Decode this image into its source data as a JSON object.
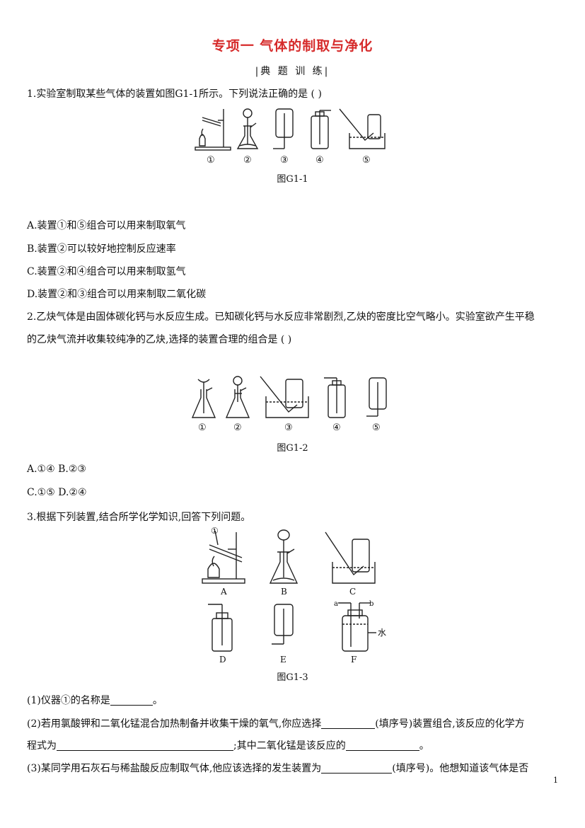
{
  "header": {
    "title": "专项一  气体的制取与净化",
    "subtitle": "|典 题 训 练|"
  },
  "q1": {
    "stem": "1.实验室制取某些气体的装置如图G1-1所示。下列说法正确的是    (      )",
    "labels": [
      "①",
      "②",
      "③",
      "④",
      "⑤"
    ],
    "caption": "图G1-1",
    "options": [
      "A.装置①和⑤组合可以用来制取氧气",
      "B.装置②可以较好地控制反应速率",
      "C.装置②和④组合可以用来制取氢气",
      "D.装置②和③组合可以用来制取二氧化碳"
    ]
  },
  "q2": {
    "stem_line1": "2.乙炔气体是由固体碳化钙与水反应生成。已知碳化钙与水反应非常剧烈,乙炔的密度比空气略小。实验室欲产生平稳",
    "stem_line2": "的乙炔气流并收集较纯净的乙炔,选择的装置合理的组合是  (      )",
    "labels": [
      "①",
      "②",
      "③",
      "④",
      "⑤"
    ],
    "caption": "图G1-2",
    "options_line1": "A.①④    B.②③",
    "options_line2": "C.①⑤    D.②④"
  },
  "q3": {
    "stem": "3.根据下列装置,结合所学化学知识,回答下列问题。",
    "marker": "①",
    "labels": [
      "A",
      "B",
      "C",
      "D",
      "E",
      "F"
    ],
    "port_a": "a",
    "port_b": "b",
    "water_label": "水",
    "caption": "图G1-3",
    "sub1_pre": "(1)仪器①的名称是",
    "sub1_post": "。",
    "sub2_l1_pre": "(2)若用氯酸钾和二氧化锰混合加热制备并收集干燥的氧气,你应选择",
    "sub2_l1_post": "(填序号)装置组合,该反应的化学方",
    "sub2_l2_pre": "程式为",
    "sub2_l2_mid": ";其中二氧化锰是该反应的",
    "sub2_l2_post": "。",
    "sub3_pre": "(3)某同学用石灰石与稀盐酸反应制取气体,他应该选择的发生装置为",
    "sub3_post": "(填序号)。他想知道该气体是否"
  },
  "footer": {
    "page_number": "1"
  }
}
